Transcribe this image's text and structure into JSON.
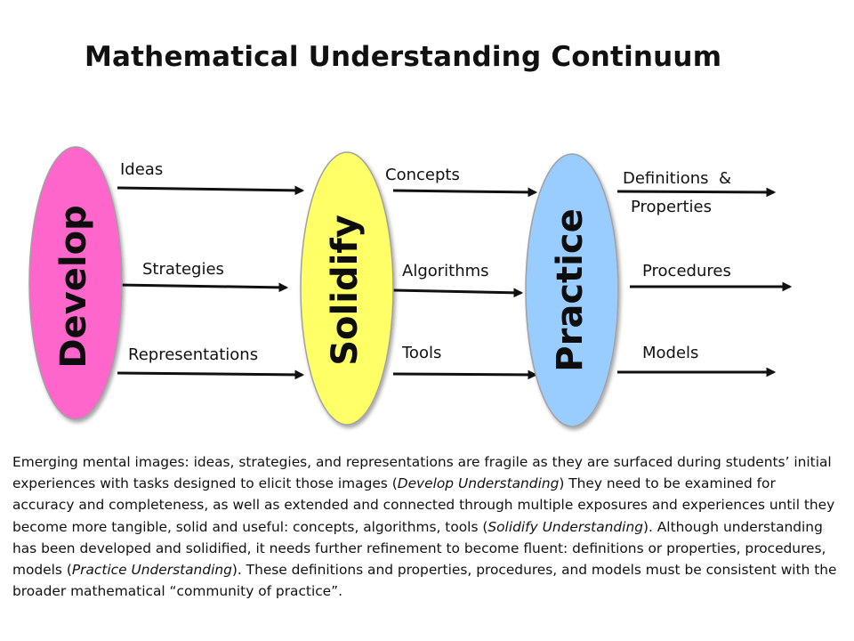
{
  "title": "Mathematical Understanding Continuum",
  "stages": [
    {
      "label": "Develop",
      "color": "#ff66cc"
    },
    {
      "label": "Solidify",
      "color": "#ffff66"
    },
    {
      "label": "Practice",
      "color": "#99ccff"
    }
  ],
  "flows": {
    "develop_to_solidify": [
      "Ideas",
      "Strategies",
      "Representations"
    ],
    "solidify_to_practice": [
      "Concepts",
      "Algorithms",
      "Tools"
    ],
    "practice_out": [
      "Definitions  &",
      "Properties",
      "Procedures",
      "Models"
    ]
  },
  "description": {
    "p1": "Emerging mental images: ideas, strategies, and representations are fragile as they are surfaced during students’ initial experiences with tasks designed to elicit those images (",
    "e1": "Develop Understanding",
    "p2": ") They need to be examined for accuracy and completeness, as well as extended and connected through multiple exposures and experiences until they become more tangible, solid and useful: concepts, algorithms, tools (",
    "e2": "Solidify Understanding",
    "p3": "). Although understanding has been developed and solidified, it needs further refinement to become fluent: definitions or properties, procedures, models (",
    "e3": "Practice Understanding",
    "p4": "). These definitions and properties, procedures, and models must be consistent with the broader mathematical “community of practice”."
  }
}
